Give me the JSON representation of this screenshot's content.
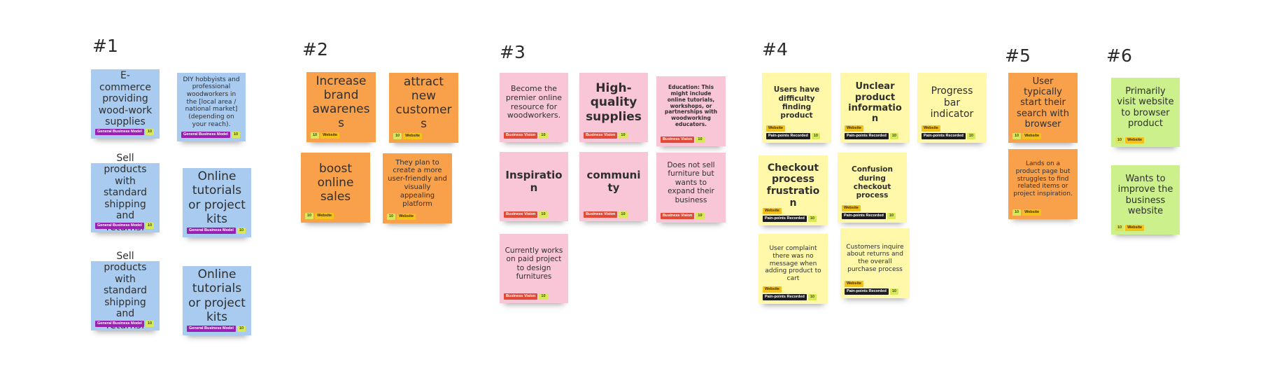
{
  "board": {
    "groups": [
      {
        "label": "#1"
      },
      {
        "label": "#2"
      },
      {
        "label": "#3"
      },
      {
        "label": "#4"
      },
      {
        "label": "#5"
      },
      {
        "label": "#6"
      }
    ],
    "tags": {
      "general_business_model": "General Business Model",
      "business_vision": "Business Vision",
      "pain_points_recorded": "Pain-points Recorded",
      "website": "Website"
    },
    "notes": [
      {
        "text": "E-commerce providing wood-work supplies",
        "color": "#a9cbef",
        "tags": [
          "General Business Model",
          "10"
        ]
      },
      {
        "text": "DIY hobbyists and professional woodworkers in the [local area / national market] (depending on your reach).",
        "color": "#a9cbef",
        "tags": [
          "General Business Model",
          "10"
        ]
      },
      {
        "text": "Sell products with standard shipping and returns.",
        "color": "#a9cbef",
        "tags": [
          "General Business Model",
          "10"
        ]
      },
      {
        "text": "Online tutorials or project kits",
        "color": "#a9cbef",
        "tags": [
          "General Business Model",
          "10"
        ]
      },
      {
        "text": "Sell products with standard shipping and returns.",
        "color": "#a9cbef",
        "tags": [
          "General Business Model",
          "10"
        ]
      },
      {
        "text": "Online tutorials or project kits",
        "color": "#a9cbef",
        "tags": [
          "General Business Model",
          "10"
        ]
      },
      {
        "text": "Increase brand awareness",
        "color": "#f9a04b",
        "tags": [
          "10",
          "Website"
        ]
      },
      {
        "text": "attract new customers",
        "color": "#f9a04b",
        "tags": [
          "10",
          "Website"
        ]
      },
      {
        "text": "boost online sales",
        "color": "#f9a04b",
        "tags": [
          "10",
          "Website"
        ]
      },
      {
        "text": "They plan to create a more user-friendly and visually appealing platform",
        "color": "#f9a04b",
        "tags": [
          "10",
          "Website"
        ]
      },
      {
        "text": "Become the premier online resource for woodworkers.",
        "color": "#f8c6d6",
        "tags": [
          "Business Vision",
          "10"
        ]
      },
      {
        "text": "High-quality supplies",
        "color": "#f8c6d6",
        "tags": [
          "Business Vision",
          "10"
        ]
      },
      {
        "text": "Education: This might include online tutorials, workshops, or partnerships with woodworking educators.",
        "color": "#f8c6d6",
        "tags": [
          "Business Vision",
          "10"
        ]
      },
      {
        "text": "Inspiration",
        "color": "#f8c6d6",
        "tags": [
          "Business Vision",
          "10"
        ]
      },
      {
        "text": "community",
        "color": "#f8c6d6",
        "tags": [
          "Business Vision",
          "10"
        ]
      },
      {
        "text": "Does not sell furniture but wants to expand their business",
        "color": "#f8c6d6",
        "tags": [
          "Business Vision",
          "10"
        ]
      },
      {
        "text": "Currently works on paid project to design furnitures",
        "color": "#f8c6d6",
        "tags": [
          "Business Vision",
          "10"
        ]
      },
      {
        "text": "Users have difficulty finding product",
        "color": "#fef8a8",
        "tags": [
          "Website",
          "Pain-points Recorded",
          "10"
        ]
      },
      {
        "text": "Unclear product information",
        "color": "#fef8a8",
        "tags": [
          "Website",
          "Pain-points Recorded",
          "10"
        ]
      },
      {
        "text": "Progress bar indicator",
        "color": "#fef8a8",
        "tags": [
          "Website",
          "Pain-points Recorded",
          "10"
        ]
      },
      {
        "text": "Checkout process frustration",
        "color": "#fef8a8",
        "tags": [
          "Website",
          "Pain-points Recorded",
          "10"
        ]
      },
      {
        "text": "Confusion during checkout process",
        "color": "#fef8a8",
        "tags": [
          "Website",
          "Pain-points Recorded",
          "10"
        ]
      },
      {
        "text": "User complaint there was no message when adding product to cart",
        "color": "#fef8a8",
        "tags": [
          "Website",
          "Pain-points Recorded",
          "10"
        ]
      },
      {
        "text": "Customers inquire about returns and the overall purchase process",
        "color": "#fef8a8",
        "tags": [
          "Website",
          "Pain-points Recorded",
          "10"
        ]
      },
      {
        "text": "User typically start their search with browser",
        "color": "#f9a04b",
        "tags": [
          "10",
          "Website"
        ]
      },
      {
        "text": "Lands on a product page but struggles to find related items or project inspiration.",
        "color": "#f9a04b",
        "tags": [
          "10",
          "Website"
        ]
      },
      {
        "text": "Primarily visit website to browser product",
        "color": "#ccf08b",
        "tags": [
          "10",
          "Website"
        ]
      },
      {
        "text": "Wants to improve the business website",
        "color": "#ccf08b",
        "tags": [
          "10",
          "Website"
        ]
      }
    ]
  }
}
